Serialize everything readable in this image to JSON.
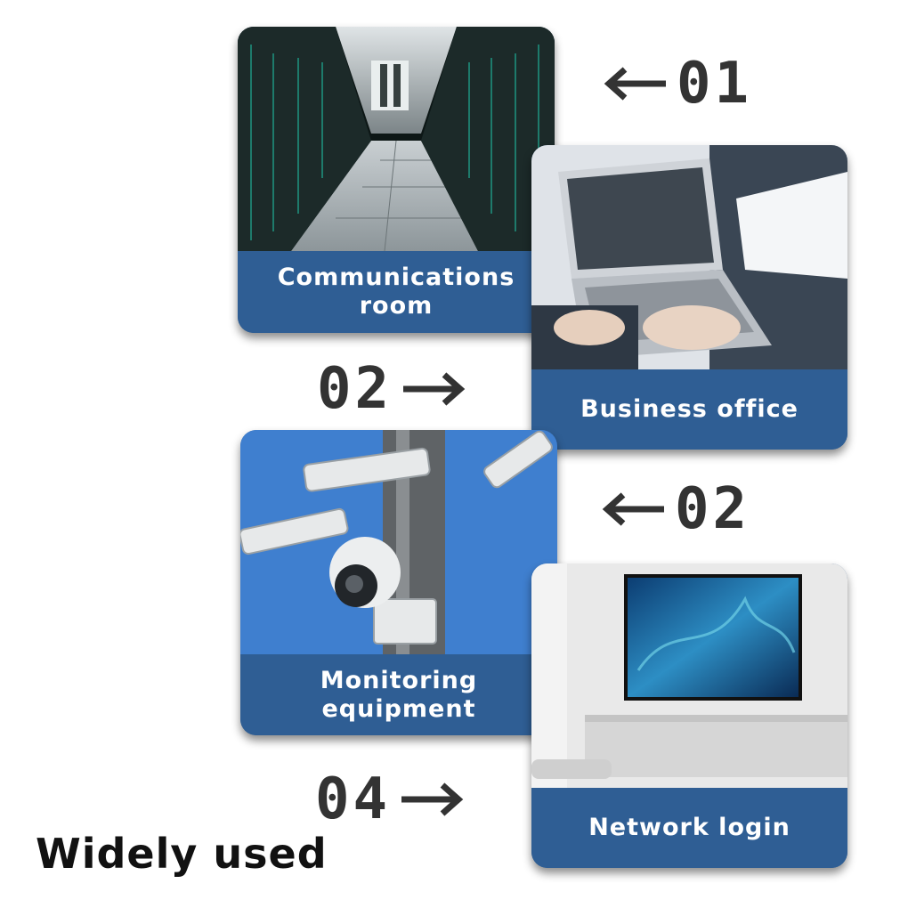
{
  "cards": [
    {
      "id": "communications-room",
      "caption": "Communications\nroom",
      "photo_icon": "server-room-photo"
    },
    {
      "id": "business-office",
      "caption": "Business office",
      "photo_icon": "laptop-office-photo"
    },
    {
      "id": "monitoring-equipment",
      "caption": "Monitoring\nequipment",
      "photo_icon": "cctv-cameras-photo"
    },
    {
      "id": "network-login",
      "caption": "Network login",
      "photo_icon": "tv-living-room-photo"
    }
  ],
  "markers": [
    {
      "label": "01",
      "arrow": "left"
    },
    {
      "label": "02",
      "arrow": "right"
    },
    {
      "label": "02",
      "arrow": "left"
    },
    {
      "label": "04",
      "arrow": "right"
    }
  ],
  "footer": {
    "text": "Widely used"
  },
  "colors": {
    "caption_bg": "#2f5e94",
    "caption_text": "#ffffff",
    "marker": "#333333",
    "page_bg": "#ffffff"
  }
}
